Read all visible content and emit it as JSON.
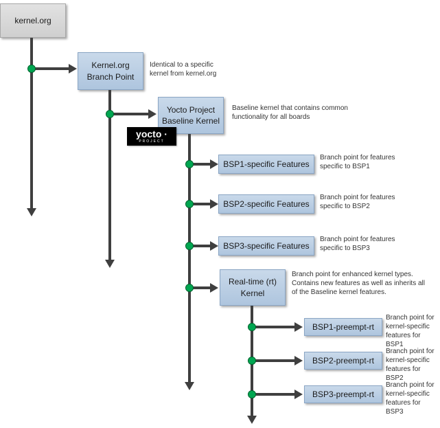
{
  "colors": {
    "box_blue": "#b8cce4",
    "box_gray": "#d9d9d9",
    "line": "#3f3f3f",
    "dot_green": "#00a651"
  },
  "nodes": {
    "kernel_org": {
      "label": "kernel.org"
    },
    "branch_point": {
      "label": "Kernel.org Branch Point",
      "note": "Identical to a specific kernel from kernel.org"
    },
    "baseline": {
      "label": "Yocto Project Baseline Kernel",
      "note": "Baseline kernel that contains common functionality for all boards"
    },
    "realtime": {
      "label": "Real-time (rt) Kernel",
      "note": "Branch point for enhanced kernel types. Contains new features as well as inherits all of the Baseline kernel features."
    }
  },
  "logo": {
    "brand": "yocto ·",
    "sub": "PROJECT"
  },
  "bsp_features": [
    {
      "label": "BSP1-specific Features",
      "note": "Branch point for features specific to BSP1"
    },
    {
      "label": "BSP2-specific Features",
      "note": "Branch point for features specific to BSP2"
    },
    {
      "label": "BSP3-specific Features",
      "note": "Branch point for features specific to BSP3"
    }
  ],
  "preempt_rt": [
    {
      "label": "BSP1-preempt-rt",
      "note": "Branch point for kernel-specific features for BSP1"
    },
    {
      "label": "BSP2-preempt-rt",
      "note": "Branch point for kernel-specific features for BSP2"
    },
    {
      "label": "BSP3-preempt-rt",
      "note": "Branch point for kernel-specific features for BSP3"
    }
  ]
}
